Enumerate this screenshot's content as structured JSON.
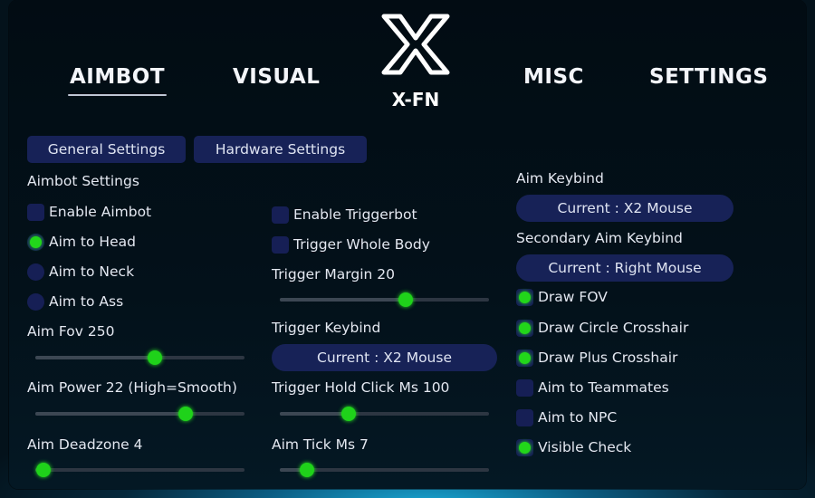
{
  "nav": {
    "aimbot": "AIMBOT",
    "visual": "VISUAL",
    "misc": "MISC",
    "settings": "SETTINGS",
    "brand": "X-FN"
  },
  "tabs": {
    "general": "General Settings",
    "hardware": "Hardware Settings"
  },
  "colors": {
    "accent": "#22d61a",
    "button": "#172257",
    "panel": "#020c13"
  },
  "col1": {
    "heading": "Aimbot Settings",
    "enable_aimbot": {
      "label": "Enable Aimbot",
      "checked": false
    },
    "targets": [
      {
        "label": "Aim to Head",
        "selected": true
      },
      {
        "label": "Aim to Neck",
        "selected": false
      },
      {
        "label": "Aim to Ass",
        "selected": false
      }
    ],
    "fov": {
      "label": "Aim Fov 250",
      "fraction": 0.57
    },
    "power": {
      "label": "Aim Power 22 (High=Smooth)",
      "fraction": 0.72
    },
    "deadzone": {
      "label": "Aim Deadzone 4",
      "fraction": 0.04
    }
  },
  "col2": {
    "enable_trigger": {
      "label": "Enable Triggerbot",
      "checked": false
    },
    "whole_body": {
      "label": "Trigger Whole Body",
      "checked": false
    },
    "margin": {
      "label": "Trigger Margin 20",
      "fraction": 0.6
    },
    "keybind_label": "Trigger Keybind",
    "keybind_value": "Current : X2 Mouse",
    "hold": {
      "label": "Trigger Hold Click Ms 100",
      "fraction": 0.33
    },
    "tick": {
      "label": "Aim Tick Ms 7",
      "fraction": 0.13
    }
  },
  "col3": {
    "aim_keybind_label": "Aim Keybind",
    "aim_keybind_value": "Current : X2 Mouse",
    "sec_keybind_label": "Secondary Aim Keybind",
    "sec_keybind_value": "Current : Right Mouse",
    "toggles": [
      {
        "label": "Draw FOV",
        "checked": true
      },
      {
        "label": "Draw Circle Crosshair",
        "checked": true
      },
      {
        "label": "Draw Plus Crosshair",
        "checked": true
      },
      {
        "label": "Aim to Teammates",
        "checked": false
      },
      {
        "label": "Aim to NPC",
        "checked": false
      },
      {
        "label": "Visible Check",
        "checked": true
      }
    ]
  }
}
